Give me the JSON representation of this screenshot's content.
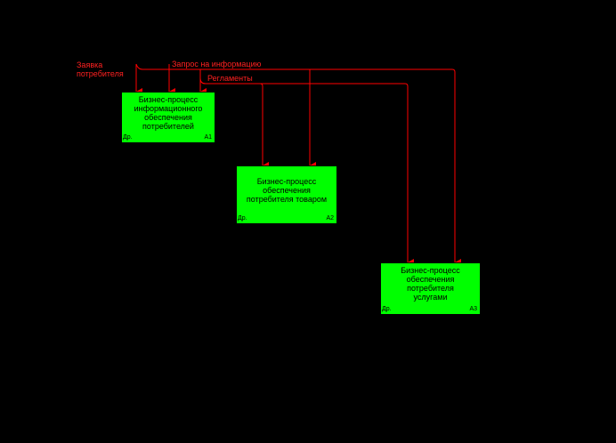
{
  "diagram": {
    "colors": {
      "background": "#000000",
      "box_fill": "#00ff00",
      "arrow": "#ff0000",
      "label_text": "#ff2020"
    },
    "arrows": {
      "request": "Заявка\nпотребителя",
      "info_request": "Запрос на информацию",
      "regulations": "Регламенты"
    },
    "boxes": [
      {
        "id": "A1",
        "text": "Бизнес-процесс\nинформационного\nобеспечения\nпотребителей",
        "code": "A1",
        "tag": "Др."
      },
      {
        "id": "A2",
        "text": "Бизнес-процесс\nобеспечения\nпотребителя товаром",
        "code": "A2",
        "tag": "Др."
      },
      {
        "id": "A3",
        "text": "Бизнес-процесс\nобеспечения\nпотребителя\nуслугами",
        "code": "A3",
        "tag": "Др."
      }
    ]
  }
}
